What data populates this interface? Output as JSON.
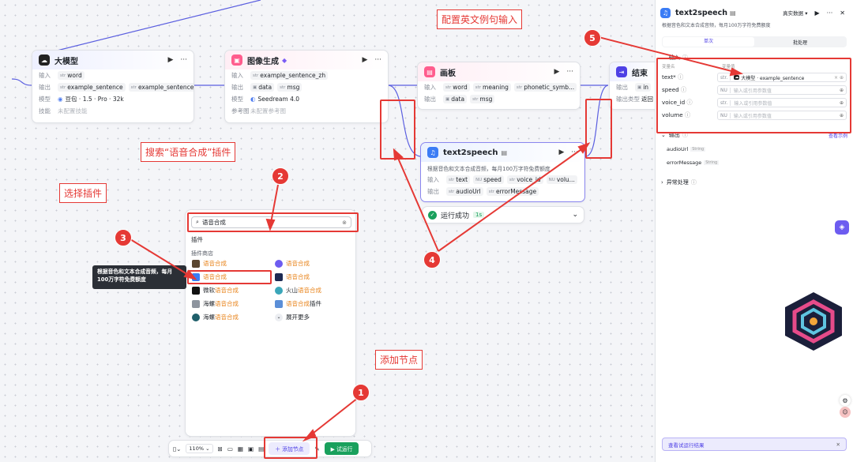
{
  "nodes": {
    "llm": {
      "title": "大模型",
      "input_label": "输入",
      "output_label": "输出",
      "model_label": "模型",
      "skill_label": "技能",
      "input_var": "word",
      "outputs": [
        "example_sentence",
        "example_sentence_zh"
      ],
      "model": "豆包 · 1.5 · Pro · 32k",
      "skill": "未配置技能"
    },
    "image": {
      "title": "图像生成",
      "input_label": "输入",
      "output_label": "输出",
      "model_label": "模型",
      "ref_label": "参考图",
      "input_var": "example_sentence_zh",
      "outputs": [
        "data",
        "msg"
      ],
      "model": "Seedream 4.0",
      "ref": "未配置参考图"
    },
    "canvas": {
      "title": "画板",
      "input_label": "输入",
      "output_label": "输出",
      "inputs": [
        "word",
        "meaning",
        "phonetic_symb..."
      ],
      "outputs": [
        "data",
        "msg"
      ]
    },
    "tts": {
      "title": "text2speech",
      "desc": "根据音色和文本合成音频，每月100万字符免费额度",
      "input_label": "输入",
      "output_label": "输出",
      "inputs": [
        "text",
        "speed",
        "voice_id",
        "volu..."
      ],
      "outputs": [
        "audioUrl",
        "errorMessage"
      ]
    },
    "end": {
      "title": "结束",
      "output_label": "输出",
      "out_type_label": "输出类型",
      "out_value": "in",
      "out_type": "返回"
    }
  },
  "run_status": {
    "label": "运行成功",
    "time": "1s"
  },
  "plugin_panel": {
    "search_value": "语音合成",
    "section": "插件",
    "store": "插件商店",
    "items_left": [
      {
        "name": "语音合成",
        "pre": ""
      },
      {
        "name": "语音合成",
        "pre": ""
      },
      {
        "name": "语音合成",
        "pre": "微软"
      },
      {
        "name": "语音合成",
        "pre": "海螺"
      },
      {
        "name": "语音合成",
        "pre": "海螺"
      }
    ],
    "items_right": [
      {
        "name": "语音合成",
        "pre": "",
        "post": ""
      },
      {
        "name": "语音合成",
        "pre": "",
        "post": ""
      },
      {
        "name": "语音合成",
        "pre": "火山",
        "post": ""
      },
      {
        "name": "语音合成",
        "pre": "",
        "post": "插件"
      },
      {
        "name": "展开更多",
        "pre": "",
        "post": ""
      }
    ],
    "tooltip": "根据音色和文本合成音频，每月100万字符免费额度"
  },
  "toolbar": {
    "zoom": "110%",
    "add_node": "添加节点",
    "run": "试运行"
  },
  "annotations": {
    "a1": "添加节点",
    "a2": "搜索“语音合成”插件",
    "a3": "选择插件",
    "a5": "配置英文例句输入"
  },
  "steps": [
    "1",
    "2",
    "3",
    "4",
    "5"
  ],
  "side_panel": {
    "title": "text2speech",
    "desc": "根据音色和文本合成音频，每月100万字符免费额度",
    "data_mode": "真实数据",
    "tabs": [
      "单次",
      "批处理"
    ],
    "input_title": "输入",
    "col_name": "变量名",
    "col_value": "变量值",
    "params": [
      {
        "name": "text*",
        "type": "str.",
        "value": "大模型 · example_sentence",
        "placeholder": ""
      },
      {
        "name": "speed",
        "type": "NU",
        "value": "",
        "placeholder": "输入或引用参数值"
      },
      {
        "name": "voice_id",
        "type": "str.",
        "value": "",
        "placeholder": "输入或引用参数值"
      },
      {
        "name": "volume",
        "type": "NU",
        "value": "",
        "placeholder": "输入或引用参数值"
      }
    ],
    "output_title": "输出",
    "view_example": "查看示例",
    "outputs": [
      {
        "name": "audioUrl",
        "type": "String"
      },
      {
        "name": "errorMessage",
        "type": "String"
      }
    ],
    "exception": "异常处理",
    "view_result": "查看试运行结果"
  },
  "colors": {
    "accent": "#4e40e5",
    "annotation": "#e53935",
    "success": "#19a05c",
    "orange": "#e8841c"
  }
}
